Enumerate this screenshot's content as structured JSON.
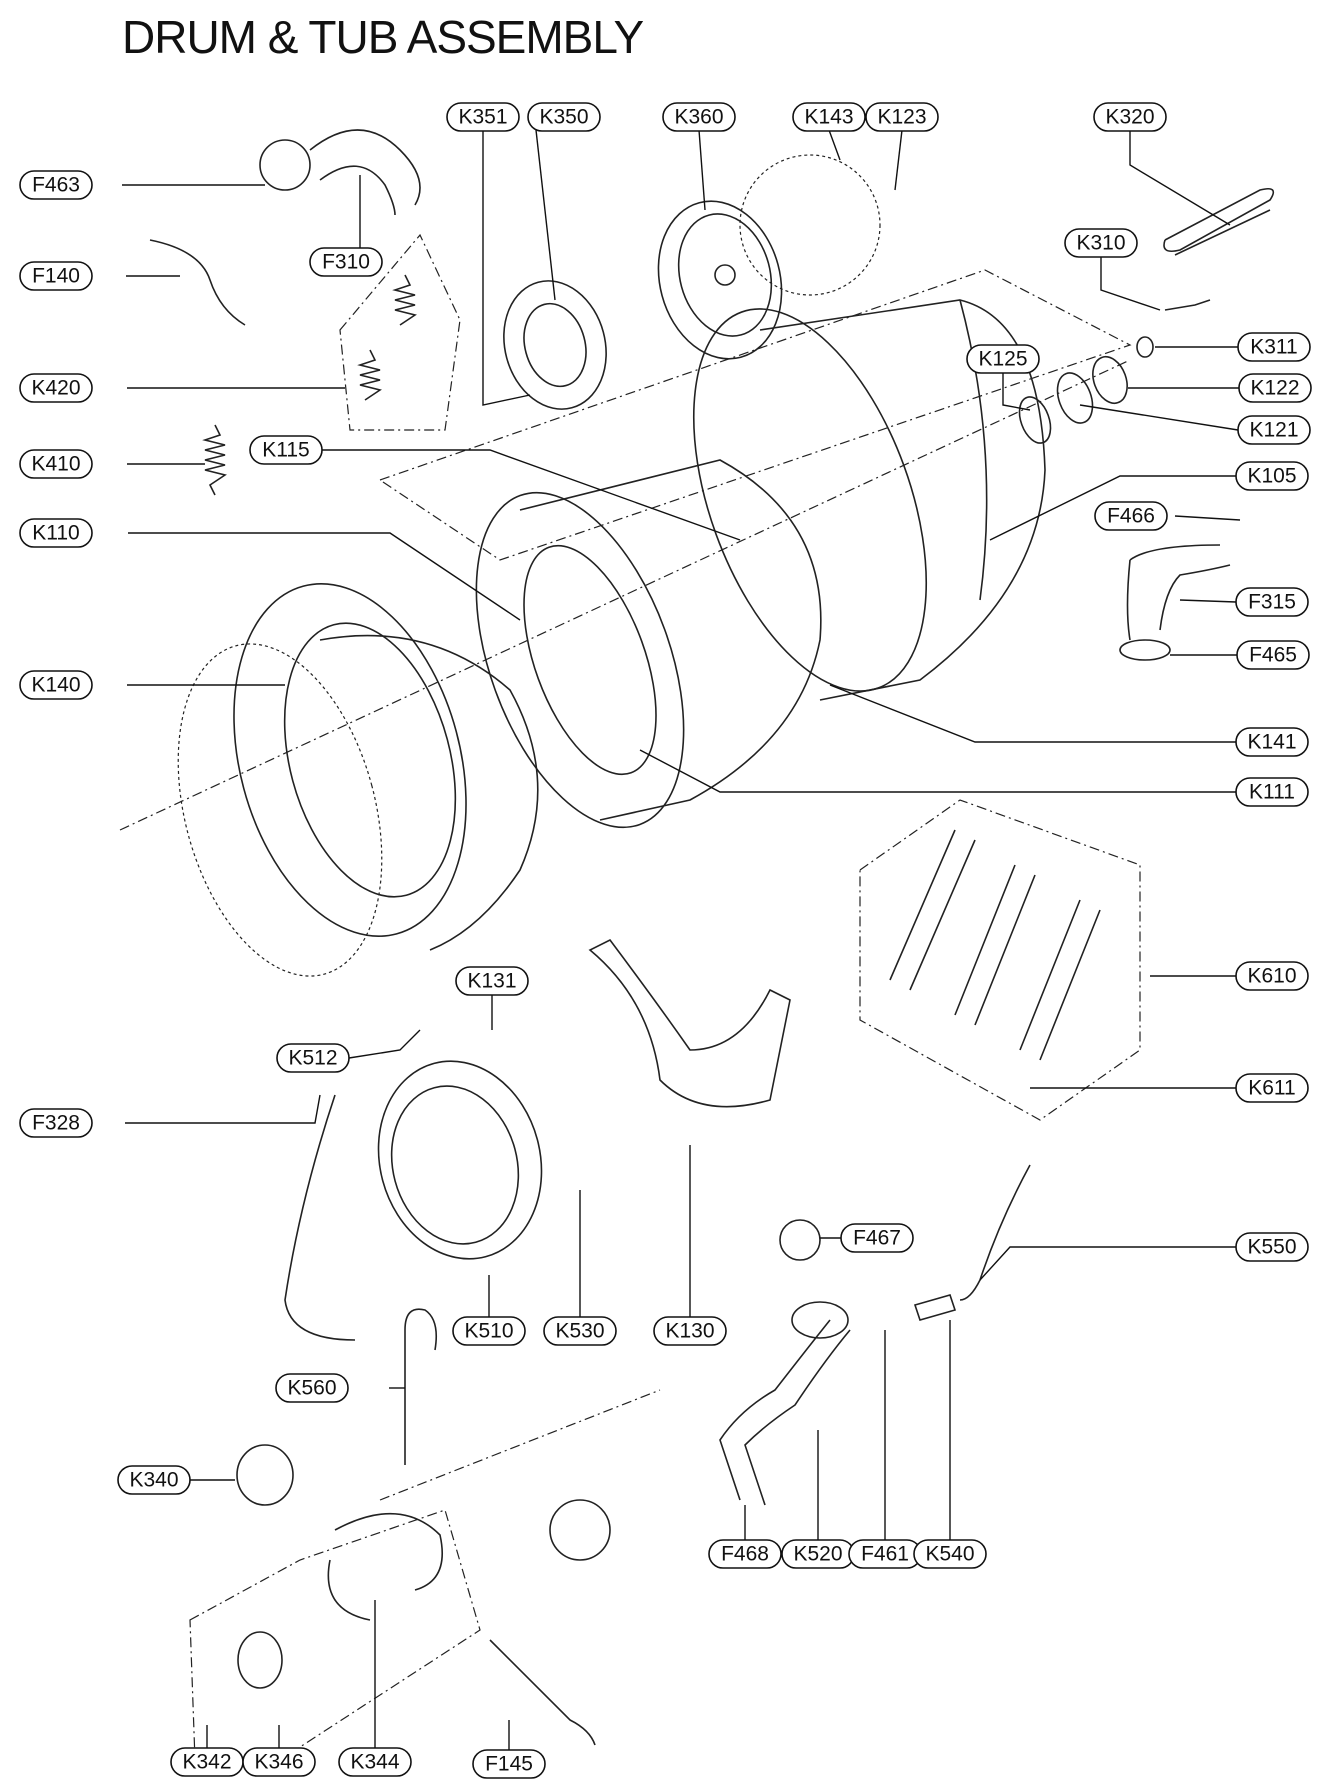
{
  "title": "DRUM & TUB ASSEMBLY",
  "callouts": [
    {
      "id": "K351"
    },
    {
      "id": "K350"
    },
    {
      "id": "K360"
    },
    {
      "id": "K143"
    },
    {
      "id": "K123"
    },
    {
      "id": "K320"
    },
    {
      "id": "F463"
    },
    {
      "id": "F310"
    },
    {
      "id": "F140"
    },
    {
      "id": "K310"
    },
    {
      "id": "K311"
    },
    {
      "id": "K125"
    },
    {
      "id": "K122"
    },
    {
      "id": "K420"
    },
    {
      "id": "K121"
    },
    {
      "id": "K410"
    },
    {
      "id": "K115"
    },
    {
      "id": "K105"
    },
    {
      "id": "F466"
    },
    {
      "id": "K110"
    },
    {
      "id": "F315"
    },
    {
      "id": "F465"
    },
    {
      "id": "K140"
    },
    {
      "id": "K141"
    },
    {
      "id": "K111"
    },
    {
      "id": "K610"
    },
    {
      "id": "K131"
    },
    {
      "id": "K512"
    },
    {
      "id": "K611"
    },
    {
      "id": "F328"
    },
    {
      "id": "F467"
    },
    {
      "id": "K550"
    },
    {
      "id": "K510"
    },
    {
      "id": "K530"
    },
    {
      "id": "K130"
    },
    {
      "id": "K560"
    },
    {
      "id": "K340"
    },
    {
      "id": "F468"
    },
    {
      "id": "K520"
    },
    {
      "id": "F461"
    },
    {
      "id": "K540"
    },
    {
      "id": "K342"
    },
    {
      "id": "K346"
    },
    {
      "id": "K344"
    },
    {
      "id": "F145"
    }
  ]
}
